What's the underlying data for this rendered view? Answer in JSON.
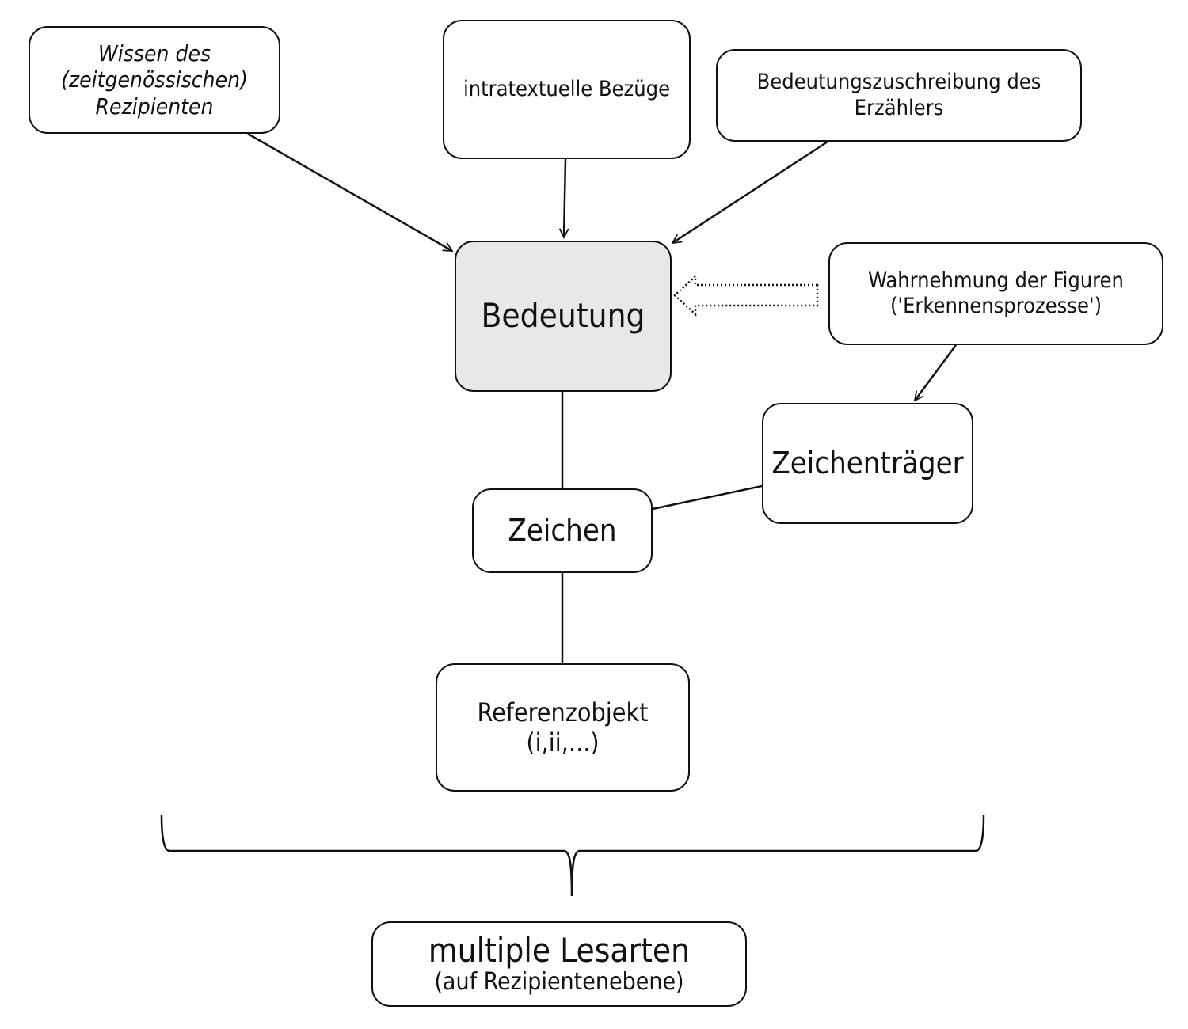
{
  "nodes": {
    "wissen": {
      "lines": [
        "Wissen des",
        "(zeitgenössischen)",
        "Rezipienten"
      ]
    },
    "intratextuell": {
      "lines": [
        "intratextuelle Bezüge"
      ]
    },
    "erzaehler": {
      "lines": [
        "Bedeutungszuschreibung des",
        "Erzählers"
      ]
    },
    "bedeutung": {
      "lines": [
        "Bedeutung"
      ]
    },
    "wahrnehmung": {
      "lines": [
        "Wahrnehmung der Figuren",
        "('Erkennensprozesse')"
      ]
    },
    "zeichentraeger": {
      "lines": [
        "Zeichenträger"
      ]
    },
    "zeichen": {
      "lines": [
        "Zeichen"
      ]
    },
    "referenzobjekt": {
      "lines": [
        "Referenzobjekt (i,ii,...)"
      ]
    },
    "multiple": {
      "lines": [
        "multiple Lesarten",
        "(auf Rezipientenebene)"
      ]
    }
  },
  "colors": {
    "stroke": "#111111",
    "highlight_fill": "#e8e8e8",
    "background": "#ffffff"
  }
}
